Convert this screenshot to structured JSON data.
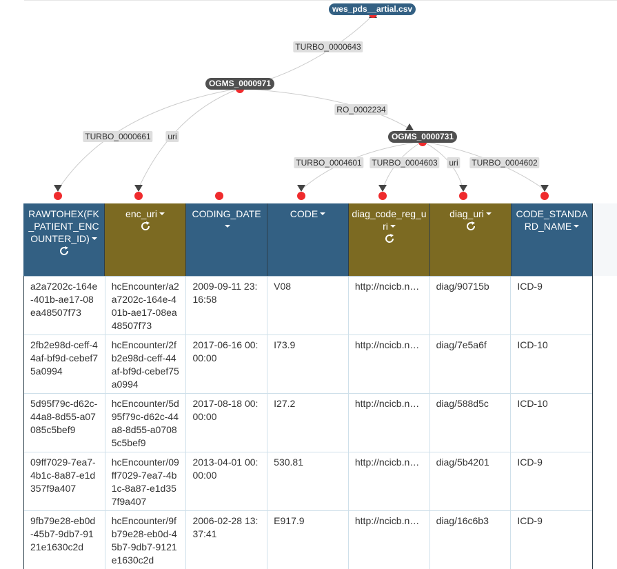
{
  "graph": {
    "root": {
      "label": "wes_pds__artial.csv"
    },
    "mid_nodes": [
      {
        "id": "ogms-971",
        "label": "OGMS_0000971"
      },
      {
        "id": "ogms-731",
        "label": "OGMS_0000731"
      }
    ],
    "edges": [
      "TURBO_0000643",
      "RO_0002234",
      "TURBO_0000661",
      "uri",
      "TURBO_0004601",
      "TURBO_0004603",
      "uri",
      "TURBO_0004602"
    ],
    "colors": {
      "node_root": "#336083",
      "node_mid": "#505050",
      "point": "#ef2b2d",
      "edge": "#cccccc"
    }
  },
  "table": {
    "columns": [
      {
        "label": "RAWTOHEX(FK_PATIENT_ENCOUNTER_ID)",
        "style": "blue",
        "refresh": true
      },
      {
        "label": "enc_uri",
        "style": "olive",
        "refresh": true
      },
      {
        "label": "CODING_DATE",
        "style": "blue",
        "refresh": false
      },
      {
        "label": "CODE",
        "style": "blue",
        "refresh": false
      },
      {
        "label": "diag_code_reg_uri",
        "style": "olive",
        "refresh": true
      },
      {
        "label": "diag_uri",
        "style": "olive",
        "refresh": true
      },
      {
        "label": "CODE_STANDARD_NAME",
        "style": "blue",
        "refresh": false
      }
    ],
    "rows": [
      [
        "a2a7202c-164e-401b-ae17-08ea48507f73",
        "hcEncounter/a2a7202c-164e-401b-ae17-08ea48507f73",
        "2009-09-11 23:16:58",
        "V08",
        "http://ncicb.nci.nih.gov/xml/owl/EVS/Thesaurus.owl",
        "diag/90715b",
        "ICD-9"
      ],
      [
        "2fb2e98d-ceff-44af-bf9d-cebef75a0994",
        "hcEncounter/2fb2e98d-ceff-44af-bf9d-cebef75a0994",
        "2017-06-16 00:00:00",
        "I73.9",
        "http://ncicb.nci.nih.gov/xml/owl/EVS/Thesaurus.owl",
        "diag/7e5a6f",
        "ICD-10"
      ],
      [
        "5d95f79c-d62c-44a8-8d55-a07085c5bef9",
        "hcEncounter/5d95f79c-d62c-44a8-8d55-a07085c5bef9",
        "2017-08-18 00:00:00",
        "I27.2",
        "http://ncicb.nci.nih.gov/xml/owl/EVS/Thesaurus.owl",
        "diag/588d5c",
        "ICD-10"
      ],
      [
        "09ff7029-7ea7-4b1c-8a87-e1d357f9a407",
        "hcEncounter/09ff7029-7ea7-4b1c-8a87-e1d357f9a407",
        "2013-04-01 00:00:00",
        "530.81",
        "http://ncicb.nci.nih.gov/xml/owl/EVS/Thesaurus.owl",
        "diag/5b4201",
        "ICD-9"
      ],
      [
        "9fb79e28-eb0d-45b7-9db7-9121e1630c2d",
        "hcEncounter/9fb79e28-eb0d-45b7-9db7-9121e1630c2d",
        "2006-02-28 13:37:41",
        "E917.9",
        "http://ncicb.nci.nih.gov/xml/owl/EVS/Thesaurus.owl",
        "diag/16c6b3",
        "ICD-9"
      ]
    ]
  }
}
